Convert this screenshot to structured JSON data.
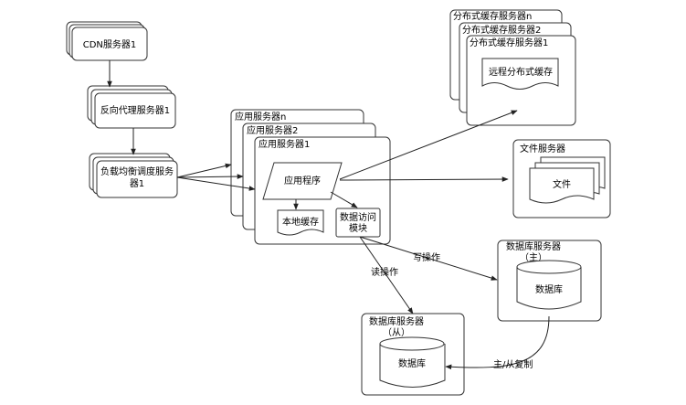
{
  "cdn": {
    "label": "CDN服务器1"
  },
  "proxy": {
    "label": "反向代理服务器1"
  },
  "lb": {
    "line1": "负载均衡调度服务",
    "line2": "器1"
  },
  "app_servers": {
    "back_label": "应用服务器n",
    "mid_label": "应用服务器2",
    "front_label": "应用服务器1",
    "program": "应用程序",
    "local_cache": "本地缓存",
    "data_access_line1": "数据访问",
    "data_access_line2": "模块"
  },
  "cache_servers": {
    "back_label": "分布式缓存服务器n",
    "mid_label": "分布式缓存服务器2",
    "front_label": "分布式缓存服务器1",
    "remote_cache": "远程分布式缓存"
  },
  "file_server": {
    "label": "文件服务器",
    "file": "文件"
  },
  "db_master": {
    "label_line1": "数据库服务器",
    "label_line2": "（主）",
    "db": "数据库"
  },
  "db_slave": {
    "label_line1": "数据库服务器",
    "label_line2": "（从）",
    "db": "数据库"
  },
  "edges": {
    "write": "写操作",
    "read": "读操作",
    "replicate": "主/从复制"
  }
}
